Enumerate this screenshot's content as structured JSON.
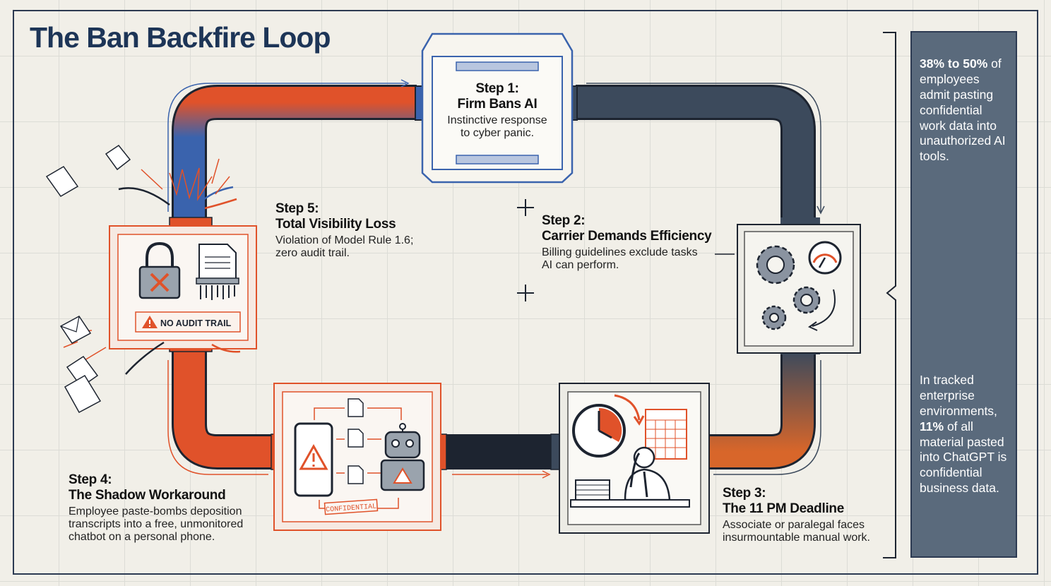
{
  "title": "The Ban Backfire Loop",
  "steps": {
    "s1": {
      "num": "Step 1:",
      "title": "Firm Bans AI",
      "desc1": "Instinctive response",
      "desc2": "to cyber panic."
    },
    "s2": {
      "num": "Step 2:",
      "title": "Carrier Demands Efficiency",
      "desc1": "Billing guidelines exclude tasks",
      "desc2": "AI can perform."
    },
    "s3": {
      "num": "Step 3:",
      "title": "The 11 PM Deadline",
      "desc1": "Associate or paralegal faces",
      "desc2": "insurmountable manual work."
    },
    "s4": {
      "num": "Step 4:",
      "title": "The Shadow Workaround",
      "desc1": "Employee paste-bombs deposition",
      "desc2": "transcripts into a free, unmonitored",
      "desc3": "chatbot on a personal phone."
    },
    "s5": {
      "num": "Step 5:",
      "title": "Total Visibility Loss",
      "desc1": "Violation of Model Rule 1.6;",
      "desc2": "zero audit trail."
    }
  },
  "badges": {
    "no_audit": "NO AUDIT TRAIL",
    "confidential": "CONFIDENTIAL"
  },
  "stats": {
    "stat1_highlight": "38% to 50%",
    "stat1_text": "of employees admit pasting confidential work data into unauthorized AI tools.",
    "stat2_pre": "In tracked enterprise environments,",
    "stat2_highlight": "11%",
    "stat2_post": "of all material pasted into ChatGPT is confidential business data."
  },
  "icons": [
    "lock-x-icon",
    "shredded-document-icon",
    "warning-triangle-icon",
    "gears-icon",
    "gauge-icon",
    "clock-icon",
    "calendar-icon",
    "stressed-person-icon",
    "phone-warning-icon",
    "robot-icon",
    "document-icon",
    "envelope-icon",
    "broken-wire-icon"
  ],
  "colors": {
    "navy": "#1d3557",
    "blue_pipe": "#3a63ad",
    "dark_pipe": "#3c4a5c",
    "orange": "#e0522a",
    "sidebar": "#5a6a7c"
  }
}
